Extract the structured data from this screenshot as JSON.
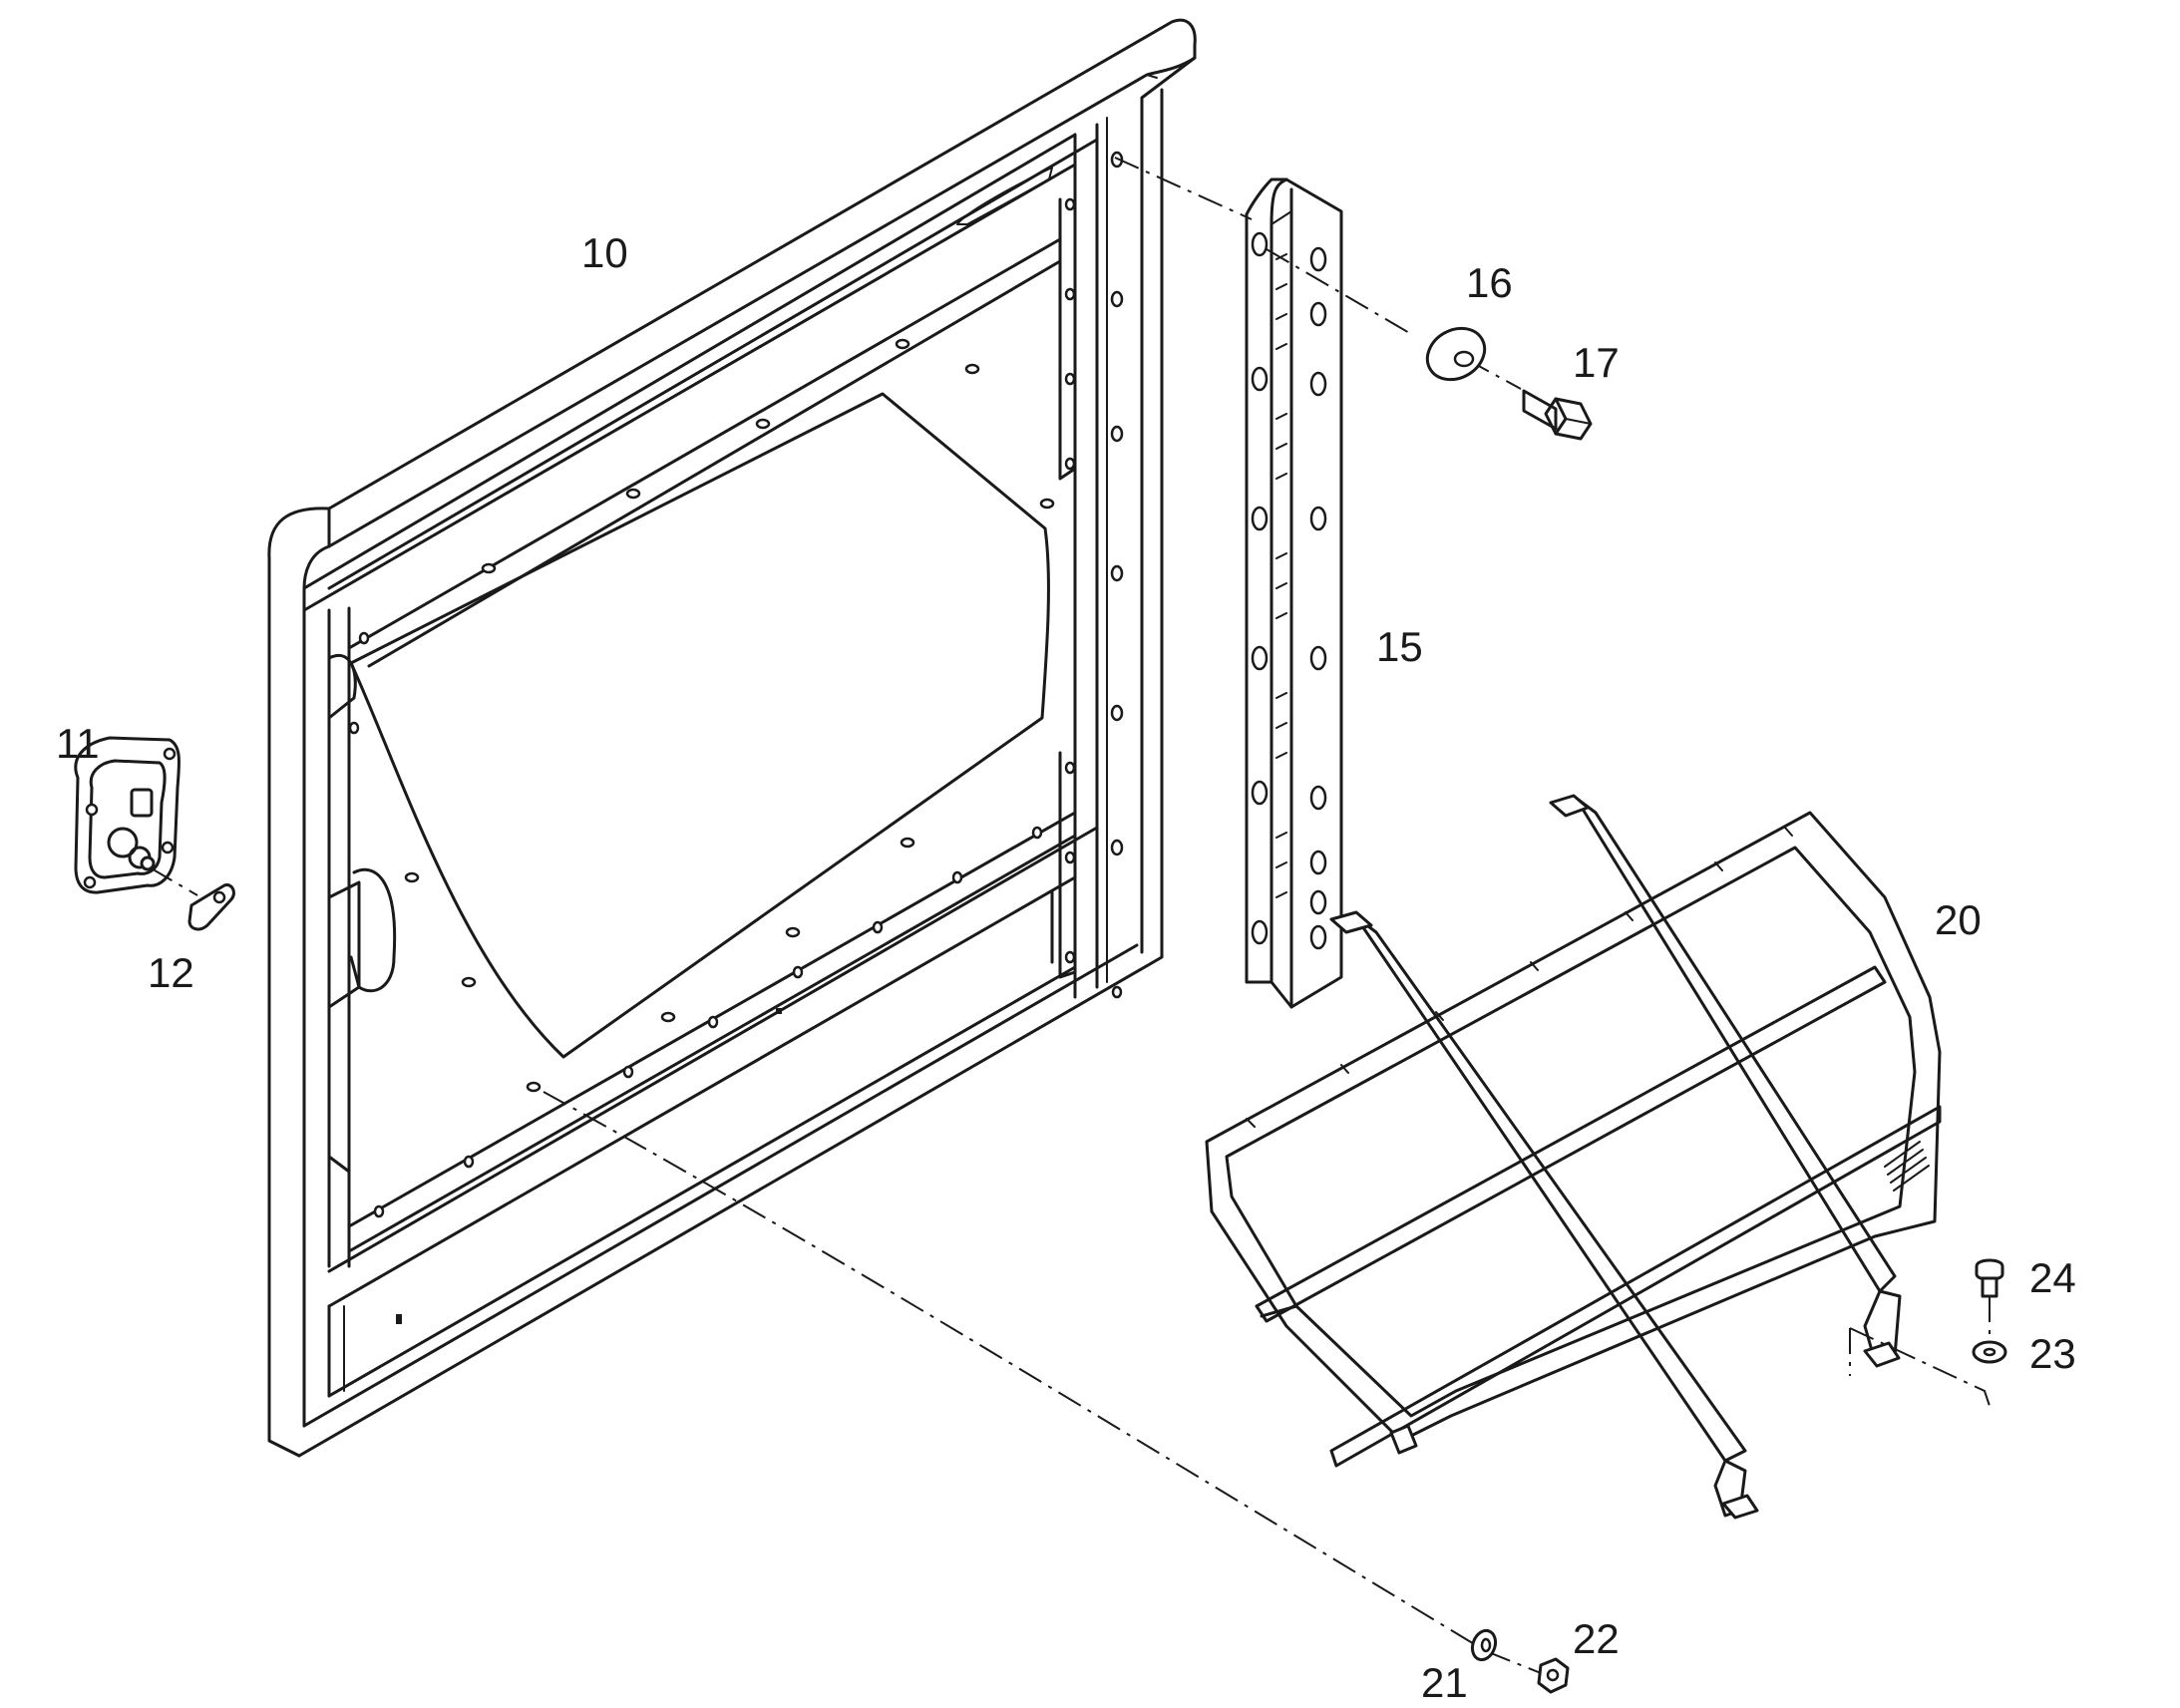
{
  "callouts": {
    "c10": "10",
    "c11": "11",
    "c12": "12",
    "c15": "15",
    "c16": "16",
    "c17": "17",
    "c20": "20",
    "c21": "21",
    "c22": "22",
    "c23": "23",
    "c24": "24"
  }
}
